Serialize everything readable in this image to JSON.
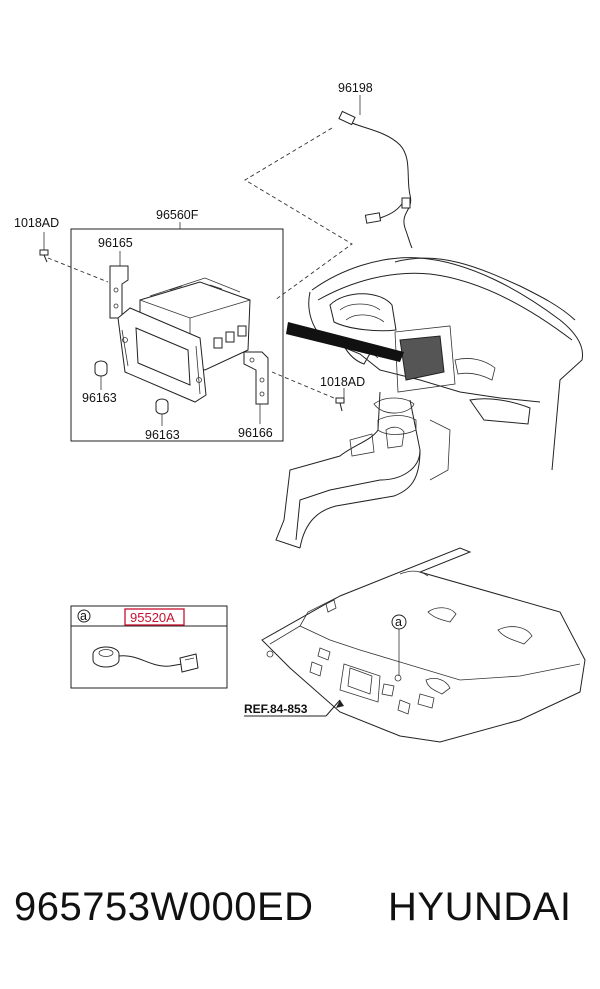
{
  "callouts": {
    "antenna_cable": "96198",
    "unit": "96560F",
    "bolt_left": "1018AD",
    "bracket_left": "96165",
    "bush_left": "96163",
    "bush_bottom": "96163",
    "bracket_right": "96166",
    "bolt_right": "1018AD"
  },
  "detail": {
    "marker": "a",
    "part_no": "95520A",
    "headliner_marker": "a",
    "ref_label": "REF.84-853"
  },
  "footer": {
    "part_number": "965753W000ED",
    "brand": "HYUNDAI"
  },
  "colors": {
    "highlight": "#c8102e",
    "line": "#222222"
  }
}
